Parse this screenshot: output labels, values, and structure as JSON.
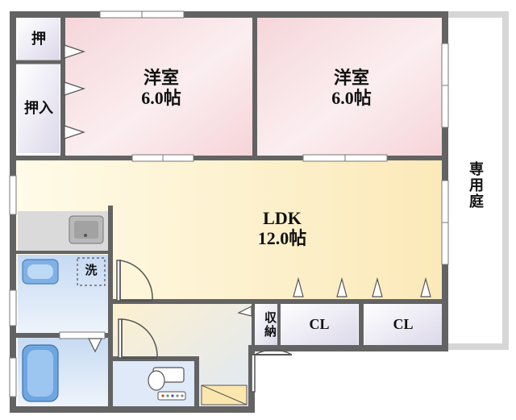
{
  "rooms": {
    "western_left": {
      "name": "洋室",
      "size": "6.0帖"
    },
    "western_right": {
      "name": "洋室",
      "size": "6.0帖"
    },
    "ldk": {
      "name": "LDK",
      "size": "12.0帖"
    },
    "oshi": "押",
    "oshiire": "押入",
    "wash": "洗",
    "storage": "収納",
    "closet_1": "CL",
    "closet_2": "CL",
    "garden": "専用庭"
  },
  "colors": {
    "wall": "#636363",
    "western_room": "#f6d9dc",
    "ldk": "#fdf3cf",
    "bath": "#cfe0f5",
    "closet": "#e3e0ee",
    "kitchen": "#d8d8d8",
    "garden": "#d9d9d9"
  }
}
